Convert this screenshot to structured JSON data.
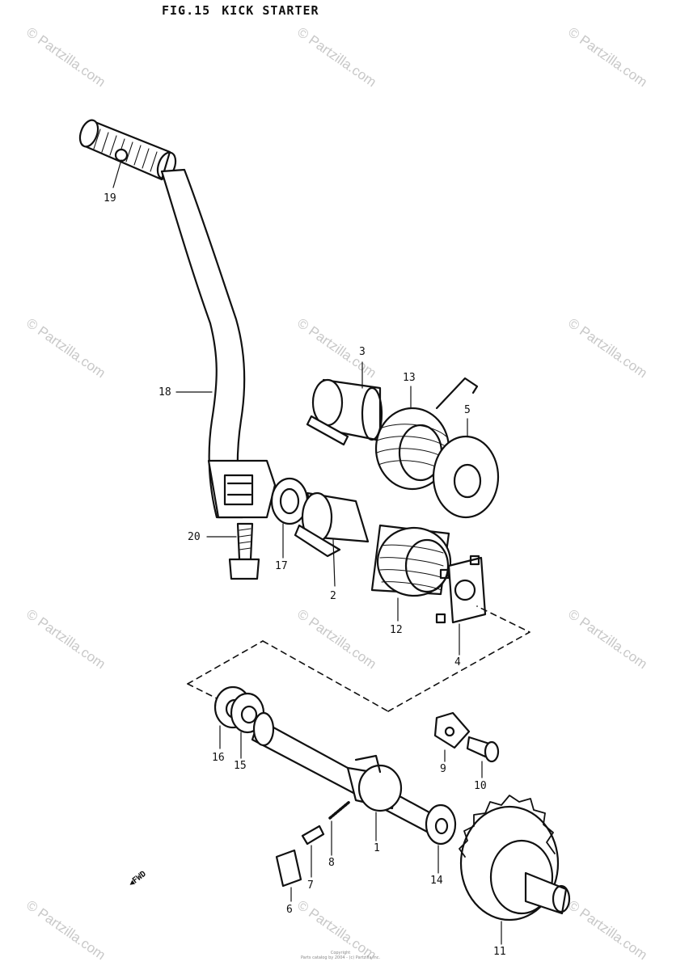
{
  "title": {
    "fig": "FIG.15",
    "name": "KICK STARTER"
  },
  "watermark": "© Partzilla.com",
  "footer": {
    "line1": "Copyright",
    "line2": "Parts catalog by 2004 - (c) Partzilla Inc."
  },
  "forward_marker": "FWD",
  "labels": {
    "p1": "1",
    "p2": "2",
    "p3": "3",
    "p4": "4",
    "p5": "5",
    "p6": "6",
    "p7": "7",
    "p8": "8",
    "p9": "9",
    "p10": "10",
    "p11": "11",
    "p12": "12",
    "p13": "13",
    "p14": "14",
    "p15": "15",
    "p16": "16",
    "p17": "17",
    "p18": "18",
    "p19": "19",
    "p20": "20"
  },
  "colors": {
    "ink": "#111111",
    "watermark": "#c8c8c8",
    "background": "#ffffff"
  }
}
